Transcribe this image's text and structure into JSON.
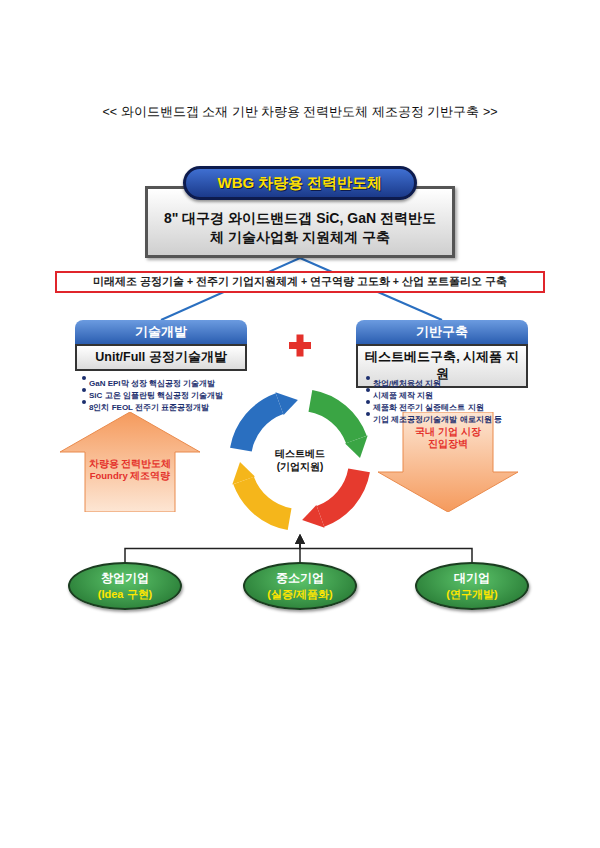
{
  "diagram": {
    "title": "<< 와이드밴드갭 소재 기반 차량용 전력반도체 제조공정 기반구축 >>",
    "nodes": [
      {
        "text": [
          "WBG 차량용 전력반도체"
        ]
      },
      {
        "text": [
          "8\" 대구경 와이드밴드갭 SiC, GaN 전력반도체 기술사업화 지원체계 구축"
        ]
      },
      {
        "text": [
          "미래제조 공정기술 + 전주기 기업지원체계 + 연구역량 고도화 + 산업 포트폴리오 구축"
        ]
      },
      {
        "text": [
          "기술개발",
          "Unit/Full 공정기술개발"
        ]
      },
      {
        "text": [
          "기반구축",
          "테스트베드구축, 시제품 지원"
        ]
      },
      {
        "text": [
          "차량용 전력반도체 Foundry 제조역량"
        ]
      },
      {
        "text": [
          "테스트베드 (기업지원)"
        ]
      },
      {
        "text": [
          "국내 기업 시장 진입장벽"
        ]
      },
      {
        "text": [
          "창업기업",
          "(Idea 구현)"
        ]
      },
      {
        "text": [
          "중소기업",
          "(실증/제품화)"
        ]
      },
      {
        "text": [
          "대기업",
          "(연구개발)"
        ]
      }
    ],
    "edges": [
      {
        "from": 1,
        "to": 3,
        "arrow": "none"
      },
      {
        "from": 1,
        "to": 4,
        "arrow": "none"
      },
      {
        "from": 8,
        "to": 6,
        "arrow": "to"
      },
      {
        "from": 9,
        "to": 6,
        "arrow": "to"
      },
      {
        "from": 10,
        "to": 6,
        "arrow": "to"
      }
    ],
    "labels": [
      "GaN EPI막 성장 핵심공정 기술개발",
      "SiC 고온 임플란팅 핵심공정 기술개발",
      "8인치 FEOL 전주기 표준공정개발",
      "창업/벤처육성 지원",
      "시제품 제작 지원",
      "제품화 전주기 실증테스트 지원",
      "기업 제조공정/기술개발 애로지원 등"
    ]
  }
}
